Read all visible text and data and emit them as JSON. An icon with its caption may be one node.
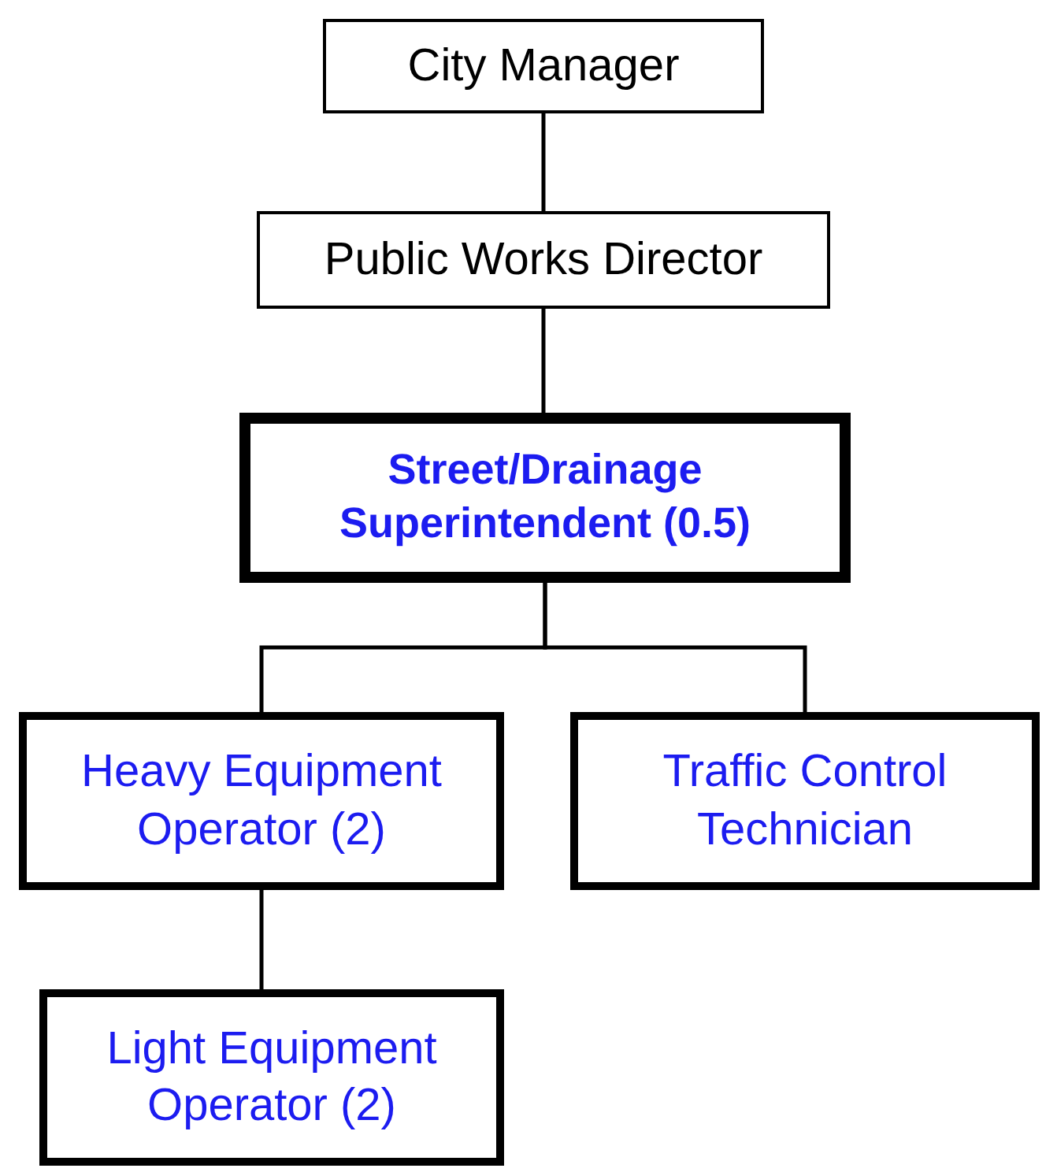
{
  "diagram": {
    "nodes": [
      {
        "text": [
          "City Manager"
        ]
      },
      {
        "text": [
          "Public Works Director"
        ]
      },
      {
        "text": [
          "Street/Drainage Superintendent (0.5)"
        ]
      },
      {
        "text": [
          "Heavy Equipment Operator (2)"
        ]
      },
      {
        "text": [
          "Traffic Control Technician"
        ]
      },
      {
        "text": [
          "Light Equipment Operator (2)"
        ]
      }
    ],
    "edges": [
      {
        "from": 0,
        "to": 1,
        "arrow": "none"
      },
      {
        "from": 1,
        "to": 2,
        "arrow": "none"
      },
      {
        "from": 2,
        "to": 3,
        "arrow": "none"
      },
      {
        "from": 2,
        "to": 4,
        "arrow": "none"
      },
      {
        "from": 3,
        "to": 5,
        "arrow": "none"
      }
    ]
  }
}
